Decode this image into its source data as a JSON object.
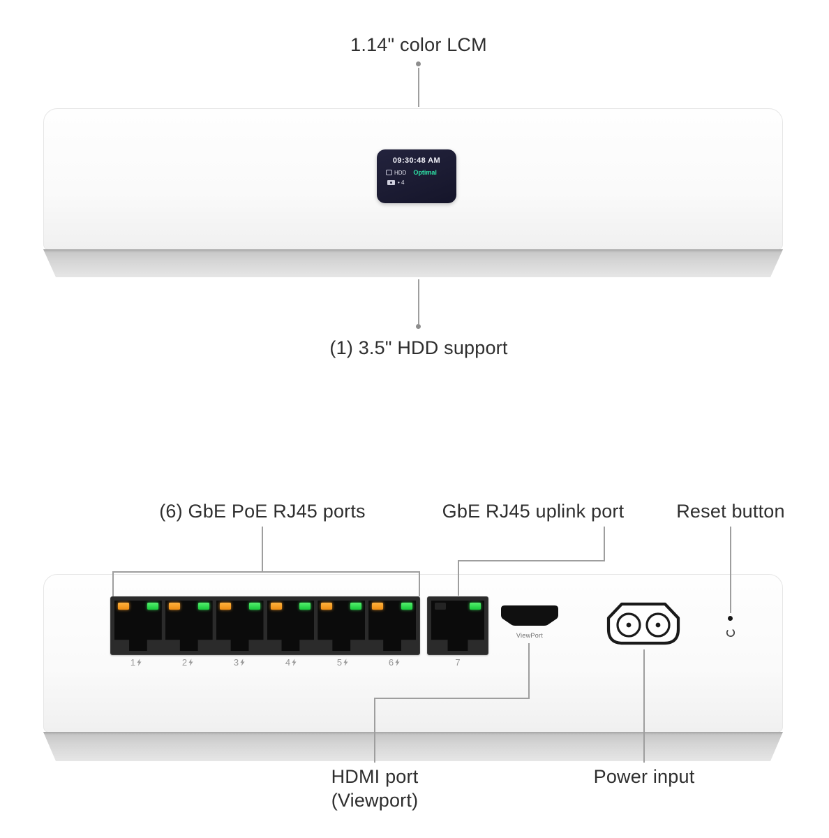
{
  "front": {
    "callout_lcm": "1.14\" color LCM",
    "callout_hdd": "(1) 3.5\" HDD support",
    "screen": {
      "time": "09:30:48 AM",
      "hdd_label": "HDD",
      "hdd_status": "Optimal",
      "camera_count": "• 4"
    }
  },
  "rear": {
    "callout_ports": "(6) GbE PoE RJ45 ports",
    "callout_uplink": "GbE RJ45 uplink port",
    "callout_reset": "Reset button",
    "callout_hdmi_line1": "HDMI port",
    "callout_hdmi_line2": "(Viewport)",
    "callout_power": "Power input",
    "port_numbers": [
      "1",
      "2",
      "3",
      "4",
      "5",
      "6"
    ],
    "uplink_number": "7",
    "hdmi_label": "ViewPort"
  },
  "colors": {
    "led_orange": "#f29a1d",
    "led_green": "#2ad14a",
    "screen_status_green": "#2ee6a8",
    "label_text": "#2e2e2e",
    "callout_line": "#9e9e9e"
  }
}
